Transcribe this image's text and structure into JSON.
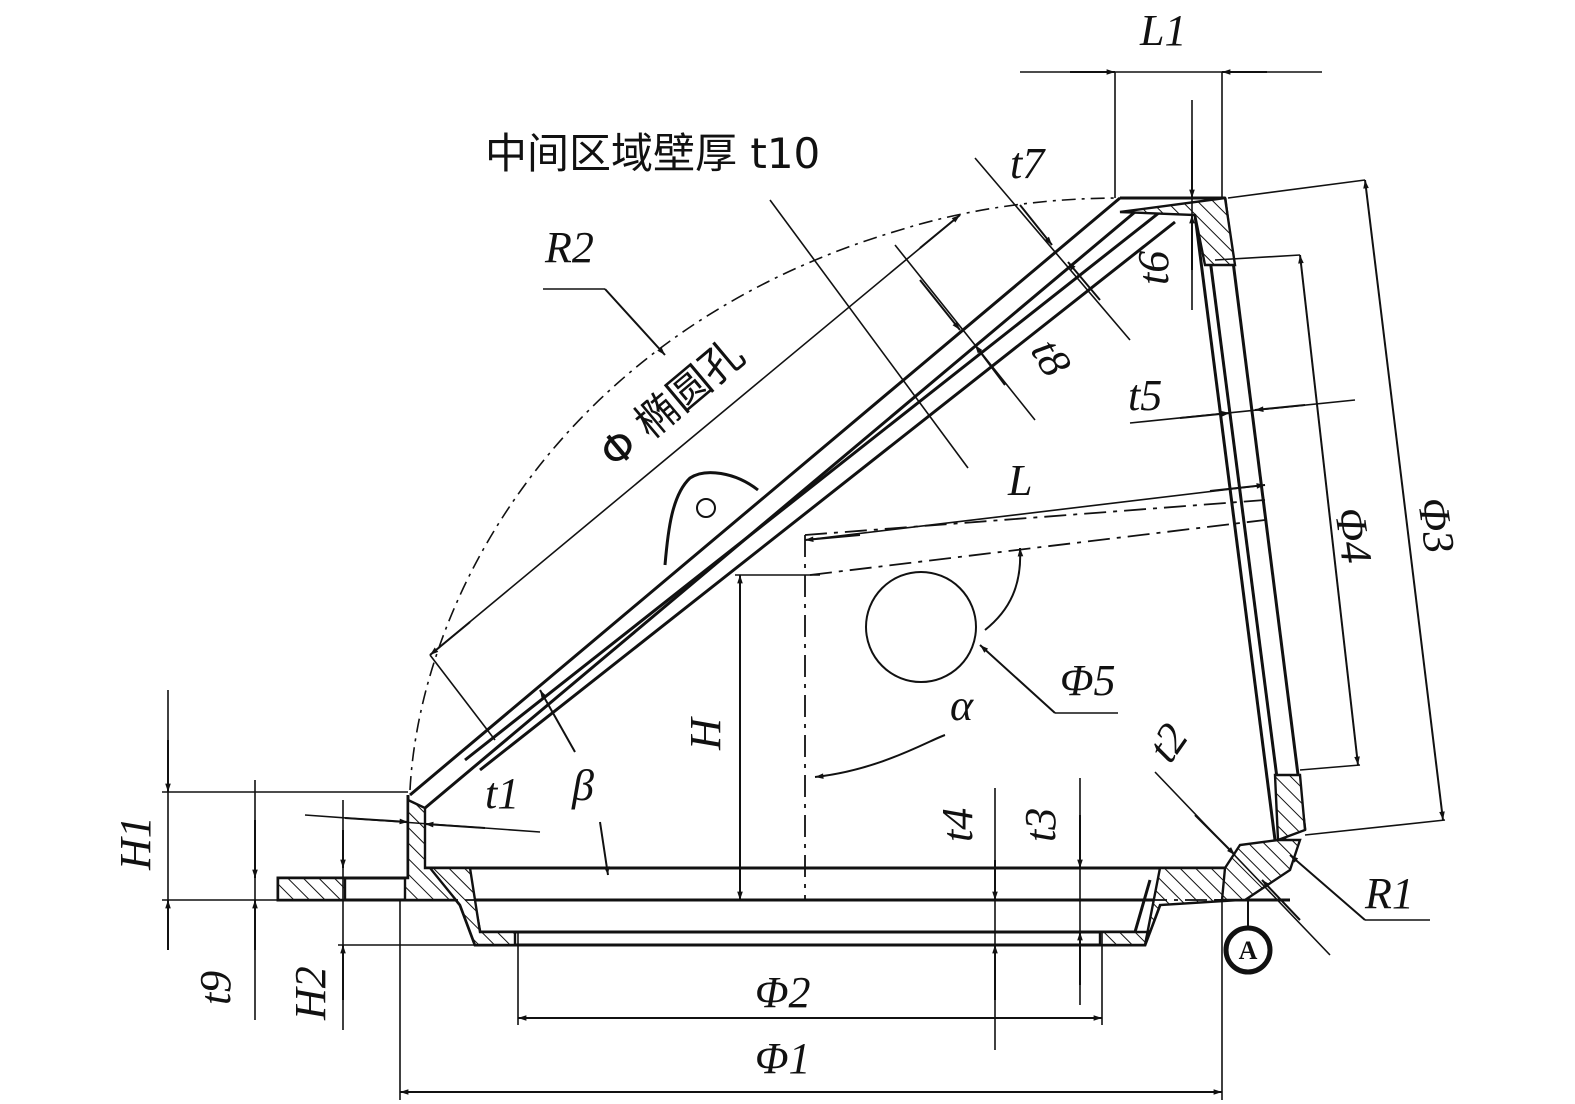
{
  "labels": {
    "L1": "L1",
    "t10_label": "中间区域壁厚 t10",
    "t7": "t7",
    "R2": "R2",
    "t6": "t6",
    "t8": "t8",
    "ellipse_hole": "Φ 椭圆孔",
    "t5": "t5",
    "L": "L",
    "phi4": "Φ4",
    "phi3": "Φ3",
    "phi5": "Φ5",
    "H": "H",
    "alpha": "α",
    "t2": "t2",
    "H1": "H1",
    "t1": "t1",
    "beta": "β",
    "t4": "t4",
    "t3": "t3",
    "R1": "R1",
    "t9": "t9",
    "H2": "H2",
    "phi2": "Φ2",
    "phi1": "Φ1",
    "datum": "A"
  }
}
